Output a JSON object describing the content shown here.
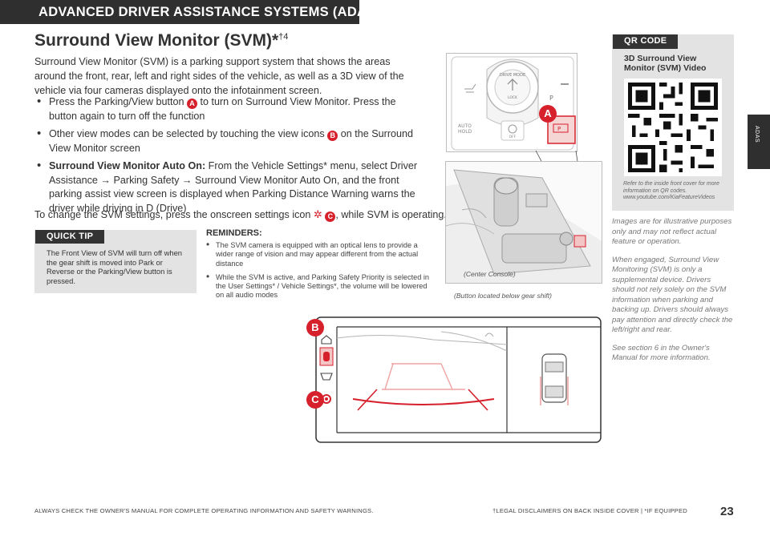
{
  "header": {
    "section_title": "ADVANCED DRIVER ASSISTANCE SYSTEMS (ADAS)",
    "side_tab": "ADAS"
  },
  "title": {
    "text": "Surround View Monitor (SVM)*",
    "sup": "†4"
  },
  "intro": "Surround View Monitor (SVM) is a parking support system that shows the areas around the front, rear, left and right sides of the vehicle, as well as a 3D view of the vehicle via four cameras displayed onto the infotainment screen.",
  "bullets": {
    "b1_pre": "Press the Parking/View button ",
    "b1_marker": "A",
    "b1_post": " to turn on Surround View Monitor. Press the button again to turn off the function",
    "b2_pre": "Other view modes can be selected by touching the view icons ",
    "b2_marker": "B",
    "b2_post": " on the Surround View Monitor screen",
    "b3_bold": "Surround View Monitor Auto On:",
    "b3_text": " From the Vehicle Settings* menu, select Driver Assistance → Parking Safety → Surround View Monitor Auto On, and the front parking assist view screen is displayed when Parking Distance Warning warns the driver while driving in D (Drive)"
  },
  "change_settings": {
    "pre": "To change the SVM settings, press the onscreen settings icon ",
    "marker": "C",
    "post": ", while SVM is operating."
  },
  "quick_tip": {
    "label": "QUICK TIP",
    "text": "The Front View of SVM will turn off when the gear shift is moved into Park or Reverse or the Parking/View button is pressed."
  },
  "reminders": {
    "title": "REMINDERS:",
    "items": [
      "The SVM camera is equipped with an optical lens to provide a wider range of vision and may appear different from the actual distance",
      "While the SVM is active, and Parking Safety Priority is selected in the User Settings* / Vehicle Settings*, the volume will be lowered on all audio modes"
    ]
  },
  "images": {
    "panel": {
      "drive_mode": "DRIVE MODE",
      "lock": "LOCK",
      "auto": "AUTO",
      "hold": "HOLD",
      "off": "OFF",
      "callout": "A"
    },
    "console_caption": "(Center Console)",
    "button_caption": "(Button located below gear shift)"
  },
  "qr": {
    "label": "QR CODE",
    "title": "3D Surround View Monitor (SVM) Video",
    "note": "Refer to the inside front cover for more information on QR codes. www.youtube.com/KiaFeatureVideos"
  },
  "side_notes": [
    "Images are for illustrative purposes only and may not reflect actual feature or operation.",
    "When engaged, Surround View Monitoring (SVM) is only a supplemental device. Drivers should not rely solely on the SVM information when parking and backing up. Drivers should always pay attention and directly check the left/right and rear.",
    "See section 6 in the Owner's Manual for more information."
  ],
  "screen": {
    "callout_b": "B",
    "callout_c": "C"
  },
  "footer": {
    "left": "ALWAYS CHECK THE OWNER'S MANUAL FOR COMPLETE OPERATING INFORMATION AND SAFETY WARNINGS.",
    "right": "†LEGAL DISCLAIMERS ON BACK INSIDE COVER  |  *IF EQUIPPED",
    "page": "23"
  },
  "colors": {
    "accent": "#d6202c",
    "dark": "#2f2f2f",
    "panel_gray": "#e3e3e3"
  }
}
